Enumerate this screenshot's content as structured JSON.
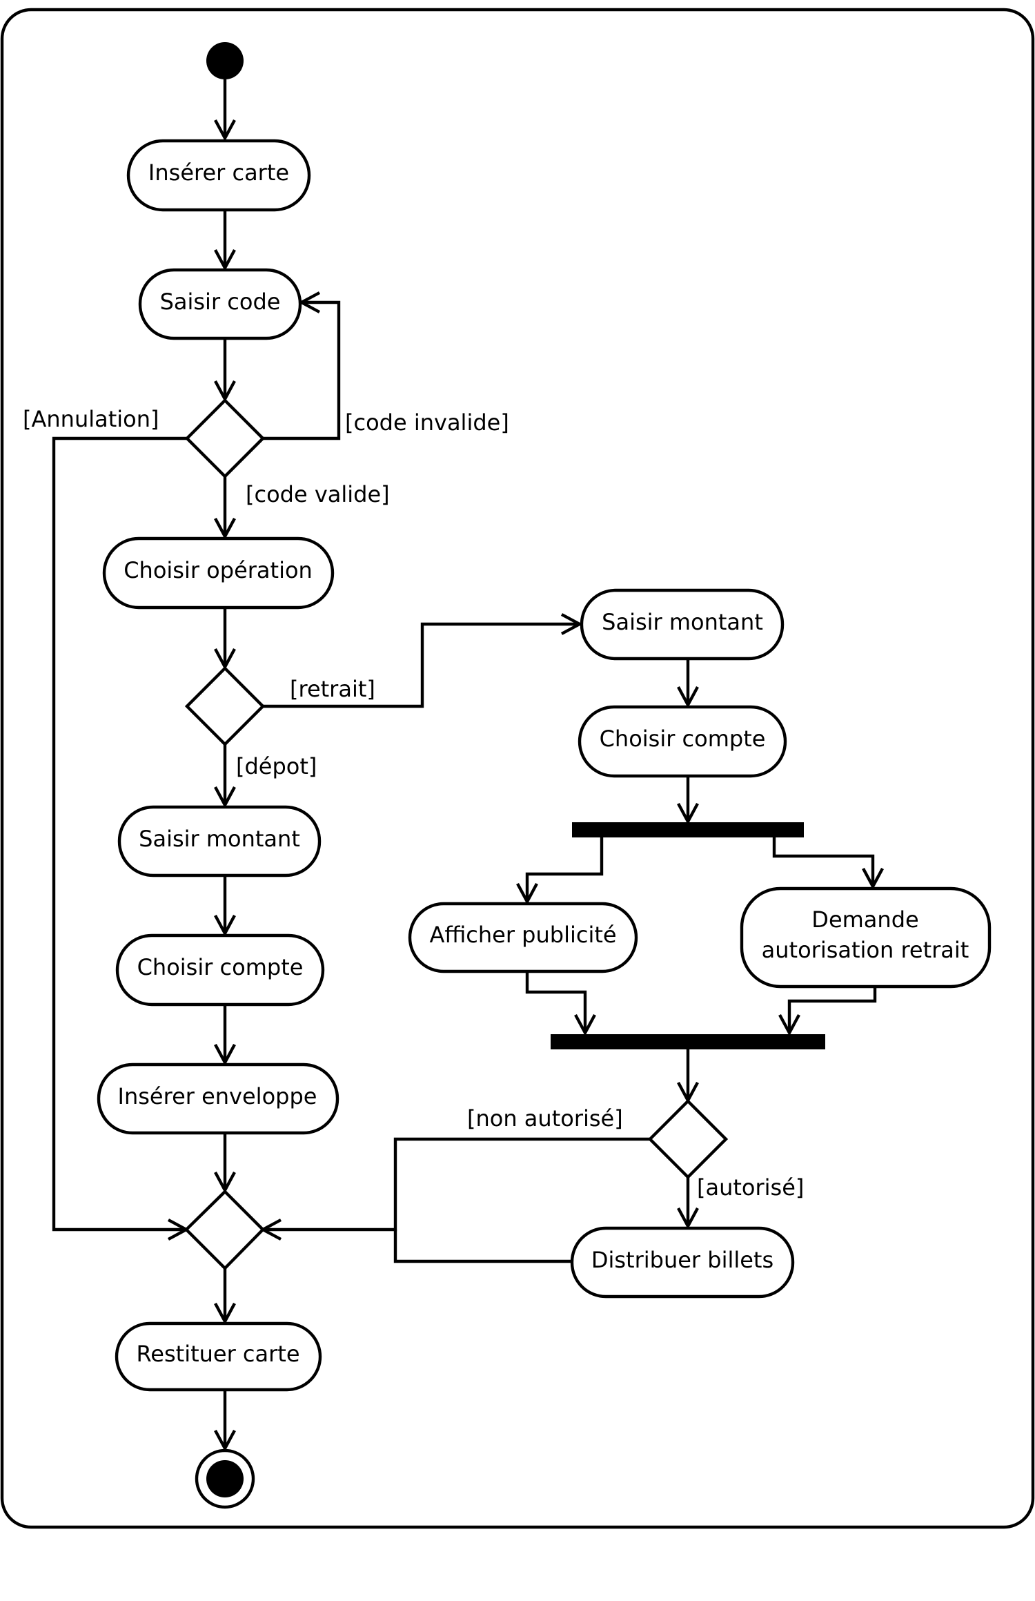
{
  "nodes": {
    "inserer_carte": "Insérer carte",
    "saisir_code": "Saisir code",
    "choisir_operation": "Choisir opération",
    "saisir_montant_depot": "Saisir montant",
    "choisir_compte_depot": "Choisir compte",
    "inserer_enveloppe": "Insérer enveloppe",
    "restituer_carte": "Restituer carte",
    "saisir_montant_retrait": "Saisir montant",
    "choisir_compte_retrait": "Choisir compte",
    "afficher_publicite": "Afficher publicité",
    "demande_autorisation_line1": "Demande",
    "demande_autorisation_line2": "autorisation retrait",
    "distribuer_billets": "Distribuer billets"
  },
  "guards": {
    "annulation": "[Annulation]",
    "code_invalide": "[code invalide]",
    "code_valide": "[code valide]",
    "retrait": "[retrait]",
    "depot": "[dépot]",
    "non_autorise": "[non autorisé]",
    "autorise": "[autorisé]"
  }
}
